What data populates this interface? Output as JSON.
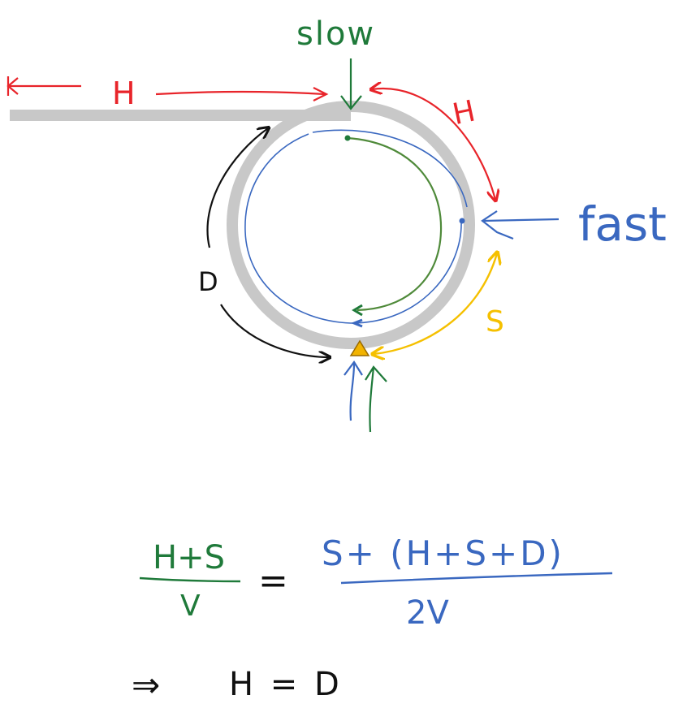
{
  "labels": {
    "slow": "slow",
    "fast": "fast",
    "h_left": "H",
    "h_arc": "H",
    "d_arc": "D",
    "s_arc": "S"
  },
  "equation": {
    "lhs_numerator": "H+S",
    "lhs_denominator": "V",
    "equals": "=",
    "rhs_numerator": "S+ (H+S+D)",
    "rhs_denominator": "2V",
    "implies": "⇒",
    "result": "H = D"
  },
  "colors": {
    "track": "#c8c8c8",
    "red": "#e8242a",
    "green": "#1f7a3a",
    "green_path": "#4f8a3a",
    "blue": "#3a68c0",
    "yellow": "#f5c000",
    "black": "#111111",
    "marker_fill": "#f2b300",
    "marker_stroke": "#9a6b00"
  }
}
